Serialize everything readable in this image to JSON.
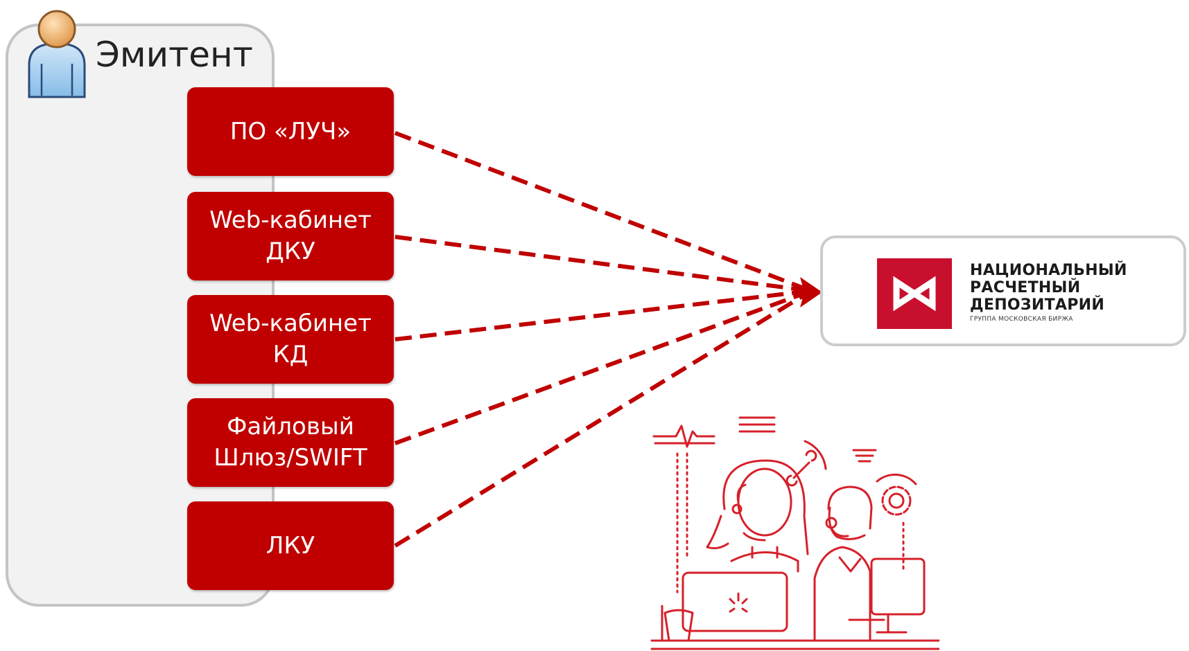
{
  "emitter": {
    "title": "Эмитент",
    "icon": "user-icon"
  },
  "channels": [
    {
      "label": "ПО «ЛУЧ»"
    },
    {
      "label": "Web-кабинет\nДКУ"
    },
    {
      "label": "Web-кабинет\nКД"
    },
    {
      "label": "Файловый\nШлюз/SWIFT"
    },
    {
      "label": "ЛКУ"
    }
  ],
  "depository": {
    "line1": "НАЦИОНАЛЬНЫЙ",
    "line2": "РАСЧЕТНЫЙ",
    "line3": "ДЕПОЗИТАРИЙ",
    "subtitle": "ГРУППА МОСКОВСКАЯ БИРЖА",
    "icon": "moex-logo-icon"
  },
  "colors": {
    "channel_fill": "#c00000",
    "arrow": "#c00000",
    "panel_fill": "#f2f2f2",
    "panel_border": "#c4c4c4",
    "logo_red": "#c8102e",
    "illustration": "#d6202a"
  },
  "illustration": {
    "icon": "support-team-icon"
  }
}
